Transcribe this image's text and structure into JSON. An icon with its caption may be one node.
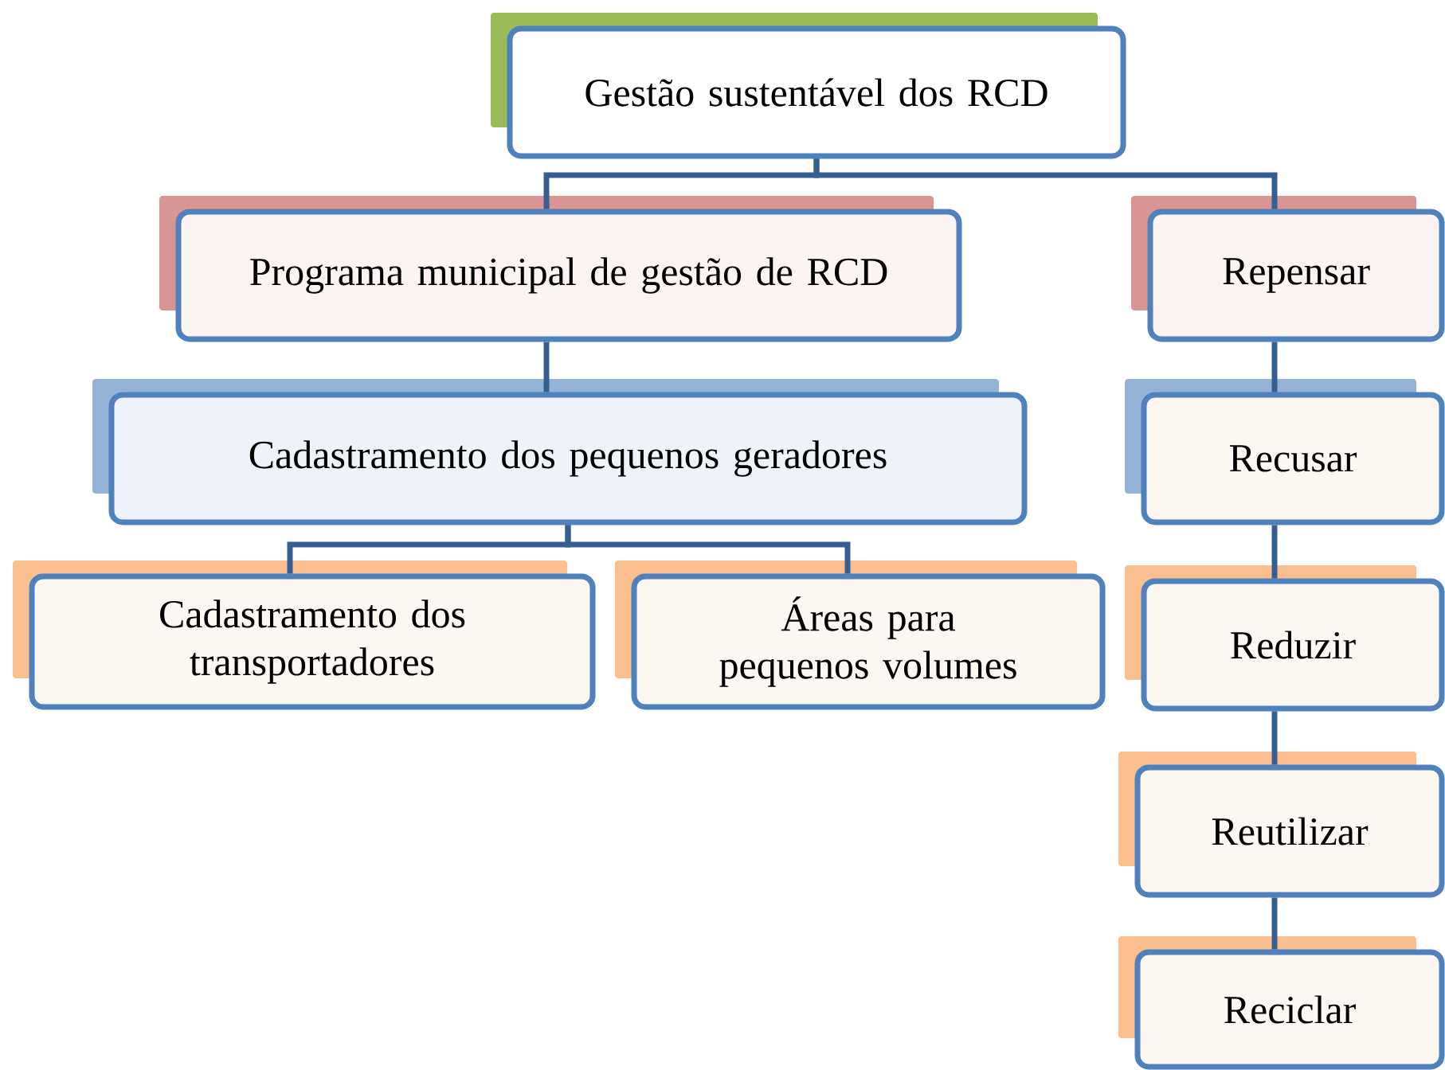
{
  "diagram": {
    "nodes": [
      {
        "text": [
          "Gestão sustentável dos RCD"
        ]
      },
      {
        "text": [
          "Programa municipal de gestão de RCD"
        ]
      },
      {
        "text": [
          "Repensar"
        ]
      },
      {
        "text": [
          "Cadastramento dos pequenos geradores"
        ]
      },
      {
        "text": [
          "Recusar"
        ]
      },
      {
        "text": [
          "Cadastramento dos transportadores"
        ]
      },
      {
        "text": [
          "Áreas para pequenos volumes"
        ]
      },
      {
        "text": [
          "Reduzir"
        ]
      },
      {
        "text": [
          "Reutilizar"
        ]
      },
      {
        "text": [
          "Reciclar"
        ]
      }
    ],
    "edges": [
      {
        "from": 0,
        "to": 1,
        "arrow": "none"
      },
      {
        "from": 0,
        "to": 2,
        "arrow": "none"
      },
      {
        "from": 1,
        "to": 3,
        "arrow": "none"
      },
      {
        "from": 2,
        "to": 4,
        "arrow": "none"
      },
      {
        "from": 3,
        "to": 5,
        "arrow": "none"
      },
      {
        "from": 3,
        "to": 6,
        "arrow": "none"
      },
      {
        "from": 4,
        "to": 7,
        "arrow": "none"
      },
      {
        "from": 7,
        "to": 8,
        "arrow": "none"
      },
      {
        "from": 8,
        "to": 9,
        "arrow": "none"
      }
    ]
  }
}
